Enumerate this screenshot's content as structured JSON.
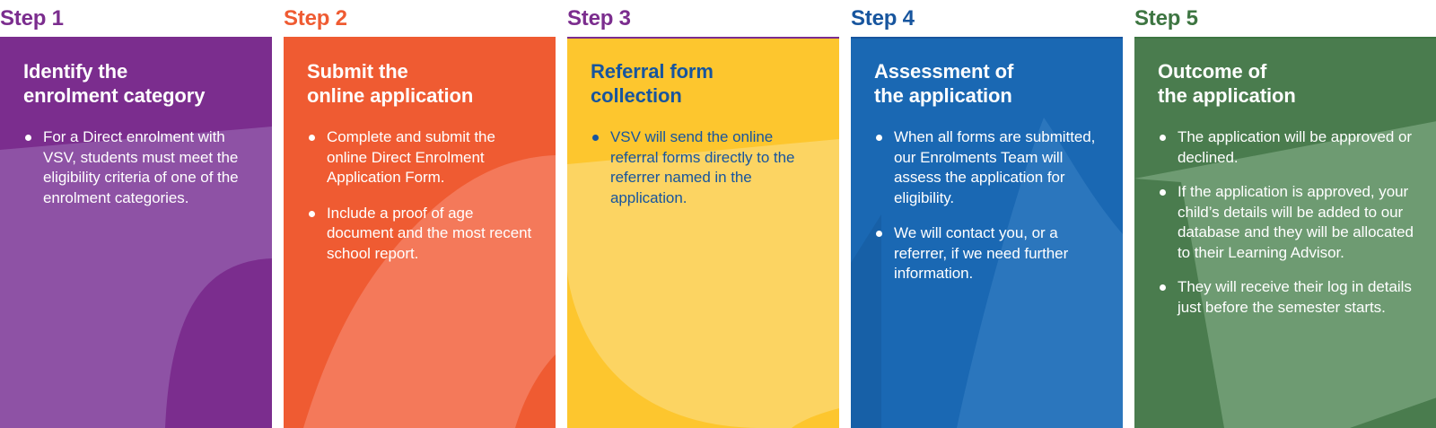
{
  "page": {
    "title": "Enrolment process steps",
    "background": "#ffffff"
  },
  "steps": [
    {
      "label": "Step 1",
      "title": "Identify the\nenrolment category",
      "bullets": [
        "For a Direct enrolment with VSV, students must meet the eligibility criteria of one of the enrolment categories."
      ],
      "colors": {
        "accent": "#7B2D8E",
        "card_base": "#7B2D8E",
        "card_shape_light": "#8E52A5",
        "card_shape_dark": "#6F2380",
        "title_text": "#FFFFFF",
        "body_text": "#FFFFFF"
      }
    },
    {
      "label": "Step 2",
      "title": "Submit the\nonline application",
      "bullets": [
        "Complete and submit the online Direct Enrolment Application Form.",
        "Include a proof of age document and the most recent school report."
      ],
      "colors": {
        "accent": "#EF5B32",
        "card_base": "#EF5B32",
        "card_shape_light": "#F4795A",
        "card_shape_dark": "#E8472A",
        "title_text": "#FFFFFF",
        "body_text": "#FFFFFF"
      }
    },
    {
      "label": "Step 3",
      "title": "Referral form\ncollection",
      "bullets": [
        "VSV will send the online referral forms directly to the referrer named in the application."
      ],
      "colors": {
        "accent": "#7B2D8E",
        "card_base": "#FDC62E",
        "card_shape_light": "#FCD462",
        "card_shape_dark": "#FDC62E",
        "title_text": "#17559E",
        "body_text": "#17559E"
      }
    },
    {
      "label": "Step 4",
      "title": "Assessment of\nthe application",
      "bullets": [
        "When all forms are submitted, our Enrolments Team will assess the application for eligibility.",
        "We will contact you, or a referrer, if we need further information."
      ],
      "colors": {
        "accent": "#17559E",
        "card_base": "#1A68B3",
        "card_shape_light": "#2B76BD",
        "card_shape_dark": "#15599C",
        "title_text": "#FFFFFF",
        "body_text": "#FFFFFF"
      }
    },
    {
      "label": "Step 5",
      "title": "Outcome of\nthe application",
      "bullets": [
        "The application will be approved or declined.",
        "If the application is approved, your child’s details will be added to our database and they will be allocated to their Learning Advisor.",
        "They will receive their log in details just before the semester starts."
      ],
      "colors": {
        "accent": "#3D7541",
        "card_base": "#4A7C4E",
        "card_shape_light": "#6E9B72",
        "card_shape_dark": "#40704A",
        "title_text": "#FFFFFF",
        "body_text": "#FFFFFF"
      }
    }
  ]
}
